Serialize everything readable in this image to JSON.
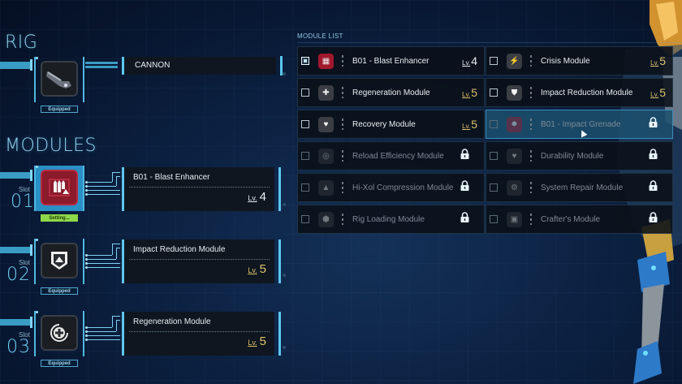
{
  "rig": {
    "title": "RIG",
    "equipped_name": "CANNON",
    "status": "Equipped",
    "icon": "cannon-icon"
  },
  "modules": {
    "title": "MODULES",
    "slot_label": "Slot",
    "slots": [
      {
        "number": "01",
        "name": "B01 - Blast Enhancer",
        "lv_prefix": "Lv.",
        "level": "4",
        "status": "Setting...",
        "icon": "blast-enhancer-icon",
        "level_color": "#e8eef2"
      },
      {
        "number": "02",
        "name": "Impact Reduction Module",
        "lv_prefix": "Lv.",
        "level": "5",
        "status": "Equipped",
        "icon": "shield-triangle-icon",
        "level_color": "#e0c46a"
      },
      {
        "number": "03",
        "name": "Regeneration Module",
        "lv_prefix": "Lv.",
        "level": "5",
        "status": "Equipped",
        "icon": "regeneration-cross-icon",
        "level_color": "#e0c46a"
      }
    ]
  },
  "module_list": {
    "title": "MODULE LIST",
    "lv_prefix": "Lv.",
    "columns": [
      [
        {
          "name": "B01 - Blast Enhancer",
          "level": "4",
          "checked": true,
          "locked": false,
          "icon": "blast-enhancer-icon"
        },
        {
          "name": "Regeneration Module",
          "level": "5",
          "checked": false,
          "locked": false,
          "icon": "regeneration-icon"
        },
        {
          "name": "Recovery Module",
          "level": "5",
          "checked": false,
          "locked": false,
          "icon": "recovery-heart-icon"
        },
        {
          "name": "Reload Efficiency Module",
          "level": null,
          "checked": false,
          "locked": true,
          "icon": "reload-icon"
        },
        {
          "name": "Hi-Xol Compression Module",
          "level": null,
          "checked": false,
          "locked": true,
          "icon": "compression-icon"
        },
        {
          "name": "Rig Loading Module",
          "level": null,
          "checked": false,
          "locked": true,
          "icon": "rig-loading-icon"
        }
      ],
      [
        {
          "name": "Crisis Module",
          "level": "5",
          "checked": false,
          "locked": false,
          "icon": "crisis-icon"
        },
        {
          "name": "Impact Reduction Module",
          "level": "5",
          "checked": false,
          "locked": false,
          "icon": "impact-reduction-icon"
        },
        {
          "name": "B01 - Impact Grenade",
          "level": null,
          "checked": false,
          "locked": true,
          "icon": "impact-grenade-icon",
          "hover": true
        },
        {
          "name": "Durability Module",
          "level": null,
          "checked": false,
          "locked": true,
          "icon": "durability-icon"
        },
        {
          "name": "System Repair Module",
          "level": null,
          "checked": false,
          "locked": true,
          "icon": "system-repair-icon"
        },
        {
          "name": "Crafter's Module",
          "level": null,
          "checked": false,
          "locked": true,
          "icon": "crafter-icon"
        }
      ]
    ]
  },
  "colors": {
    "accent": "#5cc6ee",
    "level_gold": "#e0c46a",
    "setting_green": "#8ed84a",
    "selected_red": "#a0182c"
  }
}
